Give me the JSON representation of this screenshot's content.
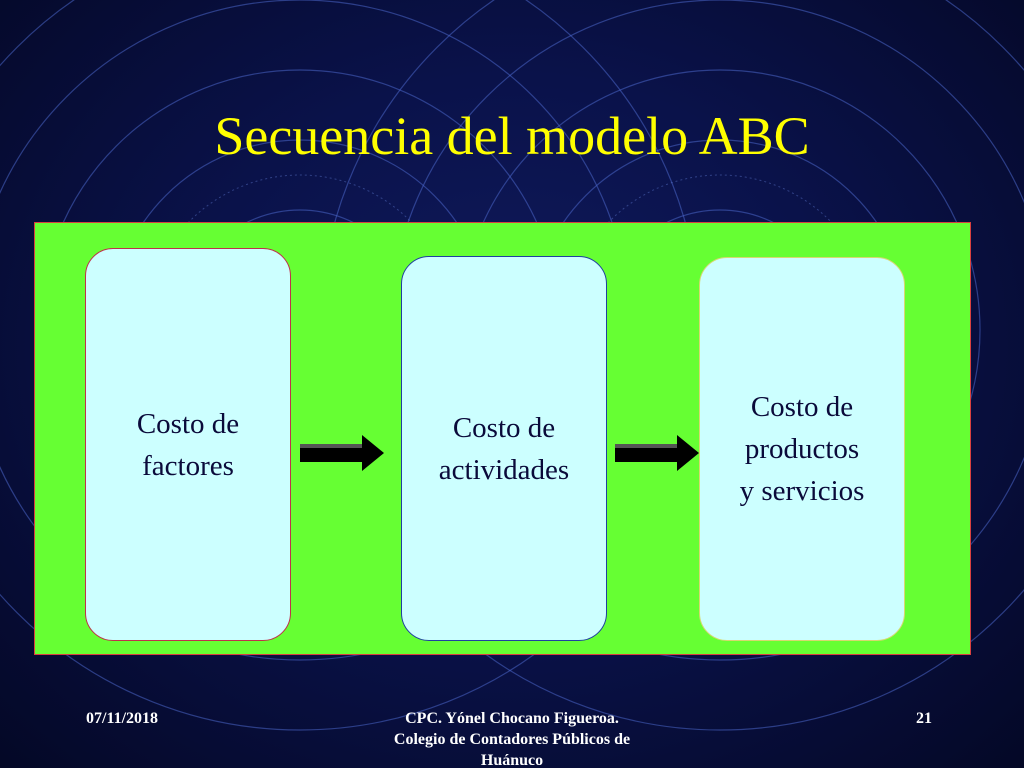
{
  "slide": {
    "title": "Secuencia del modelo ABC"
  },
  "diagram": {
    "stages": [
      {
        "label": "Costo de\nfactores"
      },
      {
        "label": "Costo de\nactividades"
      },
      {
        "label": "Costo de\nproductos\ny servicios"
      }
    ]
  },
  "footer": {
    "date": "07/11/2018",
    "author_line1": "CPC. Yónel Chocano Figueroa.",
    "author_line2": "Colegio de Contadores Públicos de",
    "author_line3": "Huánuco",
    "page_number": "21"
  },
  "colors": {
    "background": "#0a124a",
    "title": "#ffff00",
    "panel": "#66ff33",
    "stage_box": "#ccffff",
    "arrow": "#000000"
  }
}
